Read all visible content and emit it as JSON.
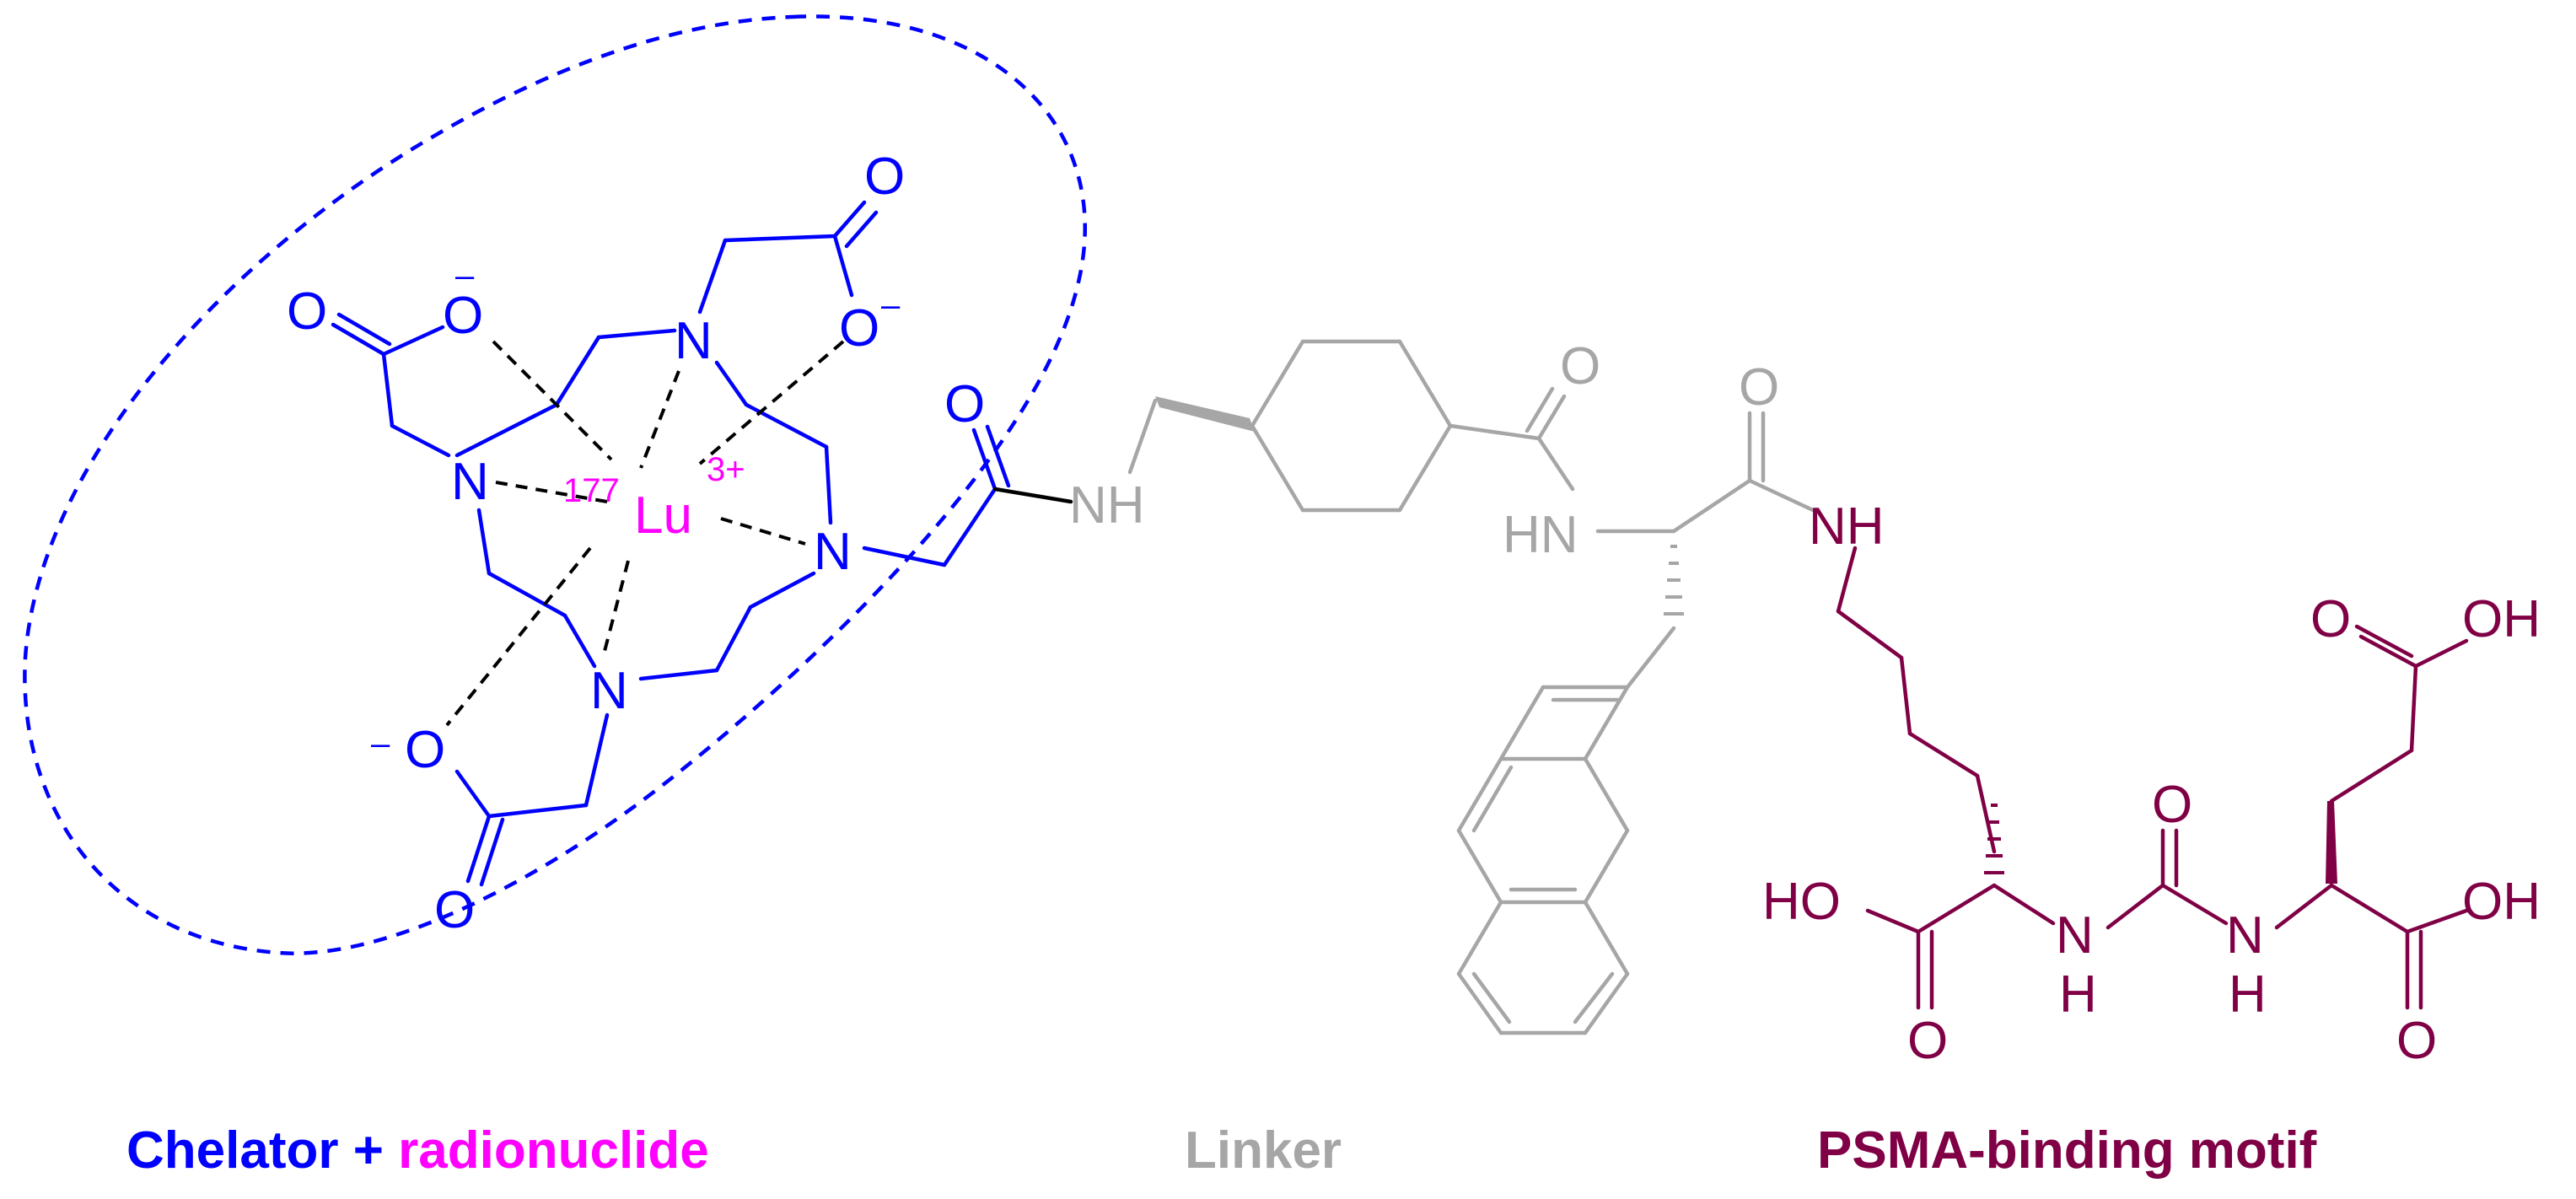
{
  "colors": {
    "chelator": "#0000ff",
    "radionuclide": "#ff00ff",
    "linker": "#a6a6a6",
    "psma": "#800045",
    "coordination": "#000000"
  },
  "atoms": {
    "O": "O",
    "N": "N",
    "NH": "NH",
    "HN": "HN",
    "H": "H",
    "OH": "OH",
    "HO": "HO",
    "minus": "–",
    "lu_mass": "177",
    "lu_symbol": "Lu",
    "lu_charge": "3+"
  },
  "captions": {
    "chelator": "Chelator",
    "plus": " + ",
    "radionuclide": "radionuclide",
    "linker": "Linker",
    "psma": "PSMA-binding motif"
  }
}
